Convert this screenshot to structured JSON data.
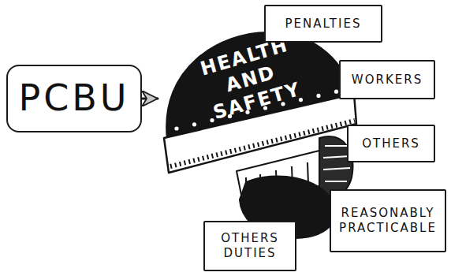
{
  "diagram": {
    "nodes": [
      {
        "text": [
          "PCBU"
        ]
      },
      {
        "text": [
          "HEALTH AND SAFETY"
        ]
      },
      {
        "text": [
          "PENALTIES"
        ]
      },
      {
        "text": [
          "WORKERS"
        ]
      },
      {
        "text": [
          "OTHERS"
        ]
      },
      {
        "text": [
          "REASONABLY PRACTICABLE"
        ]
      },
      {
        "text": [
          "OTHERS DUTIES"
        ]
      }
    ],
    "edges": [
      {
        "from": 0,
        "to": 1,
        "arrow": "to"
      }
    ]
  }
}
